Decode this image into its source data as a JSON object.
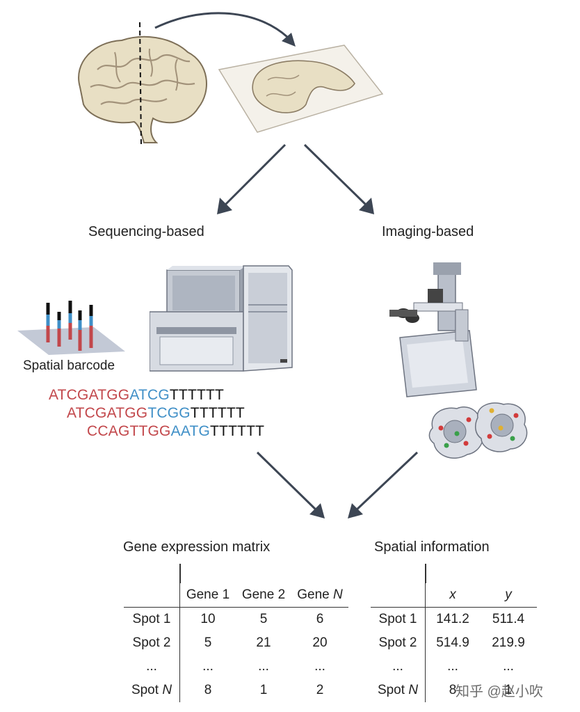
{
  "branches": {
    "left": "Sequencing-based",
    "right": "Imaging-based"
  },
  "barcode_label": "Spatial barcode",
  "sequences": [
    {
      "red": "ATCGATGG",
      "blue": "ATCG",
      "black": "TTTTTT"
    },
    {
      "red": "ATCGATGG",
      "blue": "TCGG",
      "black": "TTTTTT"
    },
    {
      "red": "CCAGTTGG",
      "blue": "AATG",
      "black": "TTTTTT"
    }
  ],
  "gene_matrix": {
    "title": "Gene expression matrix",
    "headers": [
      "",
      "Gene 1",
      "Gene 2",
      "Gene N"
    ],
    "rows": [
      [
        "Spot 1",
        "10",
        "5",
        "6"
      ],
      [
        "Spot 2",
        "5",
        "21",
        "20"
      ],
      [
        "...",
        "...",
        "...",
        "..."
      ],
      [
        "Spot N",
        "8",
        "1",
        "2"
      ]
    ]
  },
  "spatial_info": {
    "title": "Spatial information",
    "headers": [
      "",
      "x",
      "y"
    ],
    "rows": [
      [
        "Spot 1",
        "141.2",
        "511.4"
      ],
      [
        "Spot 2",
        "514.9",
        "219.9"
      ],
      [
        "...",
        "...",
        "..."
      ],
      [
        "Spot N",
        "8",
        "1"
      ]
    ]
  },
  "watermark": "知乎 @赵小吹",
  "colors": {
    "sequence_red": "#c2474b",
    "sequence_blue": "#3f8fc7",
    "brain_fill": "#e6dcc0",
    "arrow": "#3d4654"
  }
}
